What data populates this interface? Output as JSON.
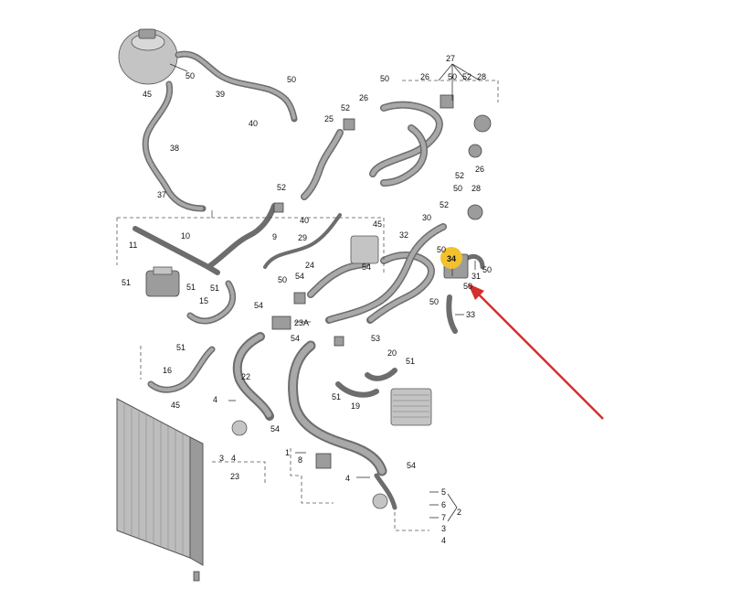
{
  "labels": {
    "l45a": "45",
    "l50a": "50",
    "l39": "39",
    "l50b": "50",
    "l40a": "40",
    "l38": "38",
    "l37": "37",
    "l25": "25",
    "l52a": "52",
    "l26a": "26",
    "l50c": "50",
    "l27": "27",
    "l26b": "26",
    "l50d": "50",
    "l52b": "52",
    "l28a": "28",
    "l52c": "52",
    "l26c": "26",
    "l50e": "50",
    "l28b": "28",
    "l52d": "52",
    "l52e": "52",
    "l40b": "40",
    "l30": "30",
    "l45b": "45",
    "l11": "11",
    "l10": "10",
    "l9": "9",
    "l29": "29",
    "l32": "32",
    "l50f": "50",
    "l34": "34",
    "l50g": "50",
    "l51a": "51",
    "l24": "24",
    "l54a": "54",
    "l50h": "50",
    "l51b": "51",
    "l31": "31",
    "l51c": "51",
    "l15": "15",
    "l54b": "54",
    "l54c": "54",
    "l50i": "50",
    "l50j": "50",
    "l33": "33",
    "l23A": "23A",
    "l54d": "54",
    "l53": "53",
    "l51d": "51",
    "l20": "20",
    "l51e": "51",
    "l16": "16",
    "l22": "22",
    "l51f": "51",
    "l19": "19",
    "l45c": "45",
    "l4a": "4",
    "l3a": "3",
    "l4b": "4",
    "l23": "23",
    "l54e": "54",
    "l1": "1",
    "l8": "8",
    "l54f": "54",
    "l4c": "4",
    "l5": "5",
    "l6": "6",
    "l7": "7",
    "l3b": "3",
    "l4d": "4",
    "l2": "2"
  },
  "highlight": {
    "part_number": "34",
    "color": "#f2c12e"
  },
  "arrow_color": "#d62d2d",
  "line_color": "#6d6d6d"
}
